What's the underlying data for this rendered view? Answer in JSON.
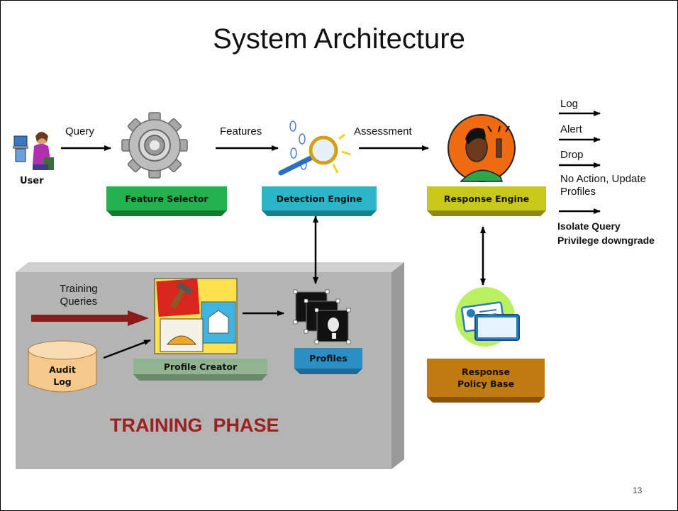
{
  "slide": {
    "title": "System Architecture",
    "page_number": "13"
  },
  "flow_labels": {
    "user": "User",
    "query": "Query",
    "features": "Features",
    "assessment": "Assessment",
    "training_queries": "Training\nQueries",
    "training_phase": "TRAINING  PHASE"
  },
  "boxes": {
    "feature_selector": "Feature Selector",
    "detection_engine": "Detection Engine",
    "response_engine": "Response Engine",
    "profile_creator": "Profile Creator",
    "profiles": "Profiles",
    "audit_log": "Audit\nLog",
    "response_policy_base": "Response\nPolicy Base"
  },
  "responses": {
    "log": "Log",
    "alert": "Alert",
    "drop": "Drop",
    "no_action": "No Action, Update\nProfiles",
    "isolate": "Isolate Query",
    "privilege": "Privilege downgrade"
  },
  "colors": {
    "feature_selector": "#22b14c",
    "detection_engine": "#2ab5c8",
    "response_engine": "#c8c81a",
    "profile_creator": "#8fb48f",
    "profiles": "#2b8fc4",
    "response_policy_base": "#c07a12",
    "audit_log": "#f5c98c",
    "training_panel": "#b4b4b4",
    "training_text": "#9b2020",
    "thick_arrow": "#8b1a1a"
  },
  "icons": {
    "user": "user-computer-icon",
    "gear": "gear-icon",
    "magnifier": "magnifier-icon",
    "person": "person-idea-icon",
    "tools": "tools-icon",
    "profiles": "profiles-icon",
    "mail": "mail-icon"
  }
}
